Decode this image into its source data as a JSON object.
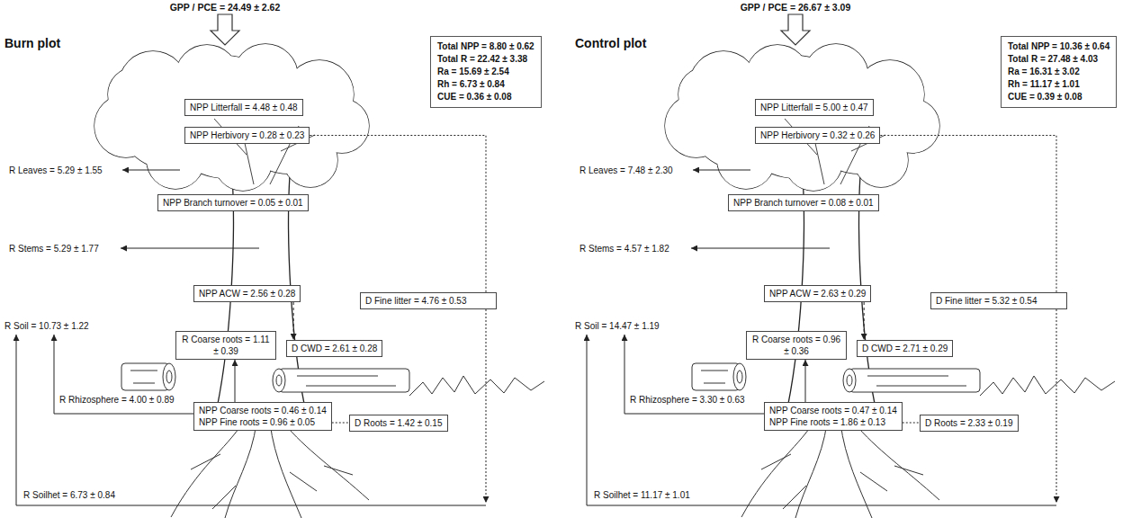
{
  "diagram": {
    "nodes": [
      {
        "text": [
          "Total NPP = 8.80 ± 0.62",
          "Total R = 22.42 ± 3.38",
          "Ra = 15.69 ± 2.54",
          "Rh = 6.73 ± 0.84",
          "CUE = 0.36 ± 0.08"
        ]
      },
      {
        "text": [
          "NPP Litterfall = 4.48 ± 0.48"
        ]
      },
      {
        "text": [
          "NPP Herbivory = 0.28 ± 0.23"
        ]
      },
      {
        "text": [
          "NPP Branch turnover = 0.05 ± 0.01"
        ]
      },
      {
        "text": [
          "NPP ACW = 2.56 ± 0.28"
        ]
      },
      {
        "text": [
          "D Fine litter = 4.76 ± 0.53"
        ]
      },
      {
        "text": [
          "R Coarse roots = 1.11 ± 0.39"
        ]
      },
      {
        "text": [
          "D CWD = 2.61 ± 0.28"
        ]
      },
      {
        "text": [
          "NPP Coarse roots = 0.46 ± 0.14",
          "NPP Fine roots = 0.96 ± 0.05"
        ]
      },
      {
        "text": [
          "D Roots = 1.42 ± 0.15"
        ]
      },
      {
        "text": [
          "Total NPP = 10.36 ± 0.64",
          "Total R = 27.48 ± 4.03",
          "Ra = 16.31 ± 3.02",
          "Rh = 11.17 ± 1.01",
          "CUE = 0.39 ± 0.08"
        ]
      },
      {
        "text": [
          "NPP Litterfall = 5.00 ± 0.47"
        ]
      },
      {
        "text": [
          "NPP Herbivory = 0.32 ± 0.26"
        ]
      },
      {
        "text": [
          "NPP Branch turnover = 0.08 ± 0.01"
        ]
      },
      {
        "text": [
          "NPP ACW = 2.63 ± 0.29"
        ]
      },
      {
        "text": [
          "D Fine litter = 5.32 ± 0.54"
        ]
      },
      {
        "text": [
          "R Coarse roots = 0.96 ± 0.36"
        ]
      },
      {
        "text": [
          "D CWD = 2.71 ± 0.29"
        ]
      },
      {
        "text": [
          "NPP Coarse roots = 0.47 ± 0.14",
          "NPP Fine roots = 1.86 ± 0.13"
        ]
      },
      {
        "text": [
          "D Roots = 2.33 ± 0.19"
        ]
      }
    ],
    "edges": [
      {
        "from": 4,
        "to": 7,
        "arrow": "to"
      },
      {
        "from": 8,
        "to": 6,
        "arrow": "to"
      },
      {
        "from": 8,
        "to": 9,
        "arrow": "none"
      },
      {
        "from": 2,
        "to": 5,
        "arrow": "none"
      },
      {
        "from": 14,
        "to": 17,
        "arrow": "to"
      },
      {
        "from": 18,
        "to": 16,
        "arrow": "to"
      },
      {
        "from": 18,
        "to": 19,
        "arrow": "none"
      },
      {
        "from": 12,
        "to": 15,
        "arrow": "none"
      }
    ],
    "labels": [
      "GPP / PCE = 24.49 ± 2.62",
      "Burn plot",
      "R Leaves = 5.29 ± 1.55",
      "R Stems = 5.29 ± 1.77",
      "R Soil = 10.73 ± 1.22",
      "R Rhizosphere = 4.00 ± 0.89",
      "R Soilhet = 6.73 ± 0.84",
      "GPP / PCE = 26.67 ± 3.09",
      "Control plot",
      "R Leaves = 7.48 ± 2.30",
      "R Stems = 4.57 ± 1.82",
      "R Soil = 14.47 ± 1.19",
      "R Rhizosphere = 3.30 ± 0.63",
      "R Soilhet = 11.17 ± 1.01"
    ]
  }
}
